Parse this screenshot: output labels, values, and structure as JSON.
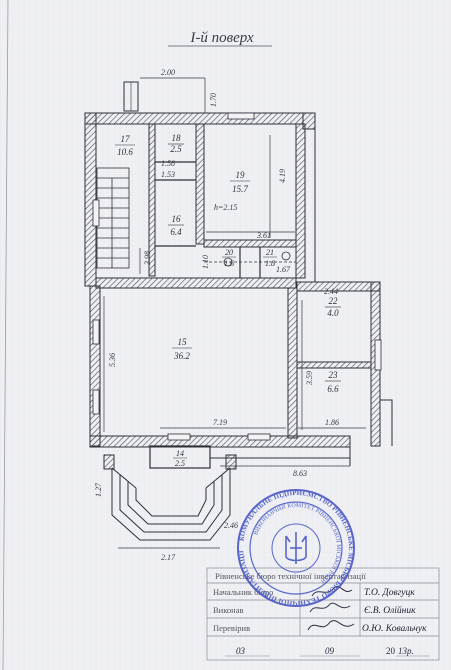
{
  "title": "I-й поверх",
  "rooms": [
    {
      "num": "17",
      "area": "10.6"
    },
    {
      "num": "18",
      "area": "2.5"
    },
    {
      "num": "19",
      "area": "15.7"
    },
    {
      "num": "16",
      "area": "6.4"
    },
    {
      "num": "20",
      "area": "1.6"
    },
    {
      "num": "21",
      "area": "1.8"
    },
    {
      "num": "15",
      "area": "36.2"
    },
    {
      "num": "22",
      "area": "4.0"
    },
    {
      "num": "23",
      "area": "6.6"
    },
    {
      "num": "14",
      "area": "2.5"
    }
  ],
  "dims": {
    "d_2_00": "2.00",
    "d_1_70": "1.70",
    "d_4_19": "4.19",
    "d_h_2_15": "h=2.15",
    "d_1_58": "1.58",
    "d_1_53": "1.53",
    "d_3_61": "3.61",
    "d_3_98": "3.98",
    "d_1_10": "1.10",
    "d_1_67": "1.67",
    "d_2_44": "2.44",
    "d_5_36": "5.36",
    "d_3_59": "3.59",
    "d_7_19": "7.19",
    "d_1_86": "1.86",
    "d_8_63": "8.63",
    "d_1_27": "1.27",
    "d_2_17": "2.17",
    "d_2_46": "2.46"
  },
  "stamp": {
    "outer_text": "КОМУНАЛЬНЕ ПІДПРИЄМСТВО РІВНЕНСЬКЕ МІСЬКЕ БЮРО ТЕХНІЧНОЇ ІНВЕНТАРИЗАЦІЇ",
    "inner_text": "ВИКОНАВЧИЙ КОМІТЕТ РІВНЕНСЬКОЇ МІСЬКОЇ РАДИ",
    "colors": {
      "ink": "#3f4fc2"
    }
  },
  "footer": {
    "header_line": "Рівненське бюро технічної інвентаризації",
    "rows": [
      {
        "role": "Начальник бюро",
        "name": "Т.О. Довгуцк"
      },
      {
        "role": "Виконав",
        "name": "Є.В. Олійник"
      },
      {
        "role": "Перевірив",
        "name": "О.Ю. Ковальчук"
      }
    ],
    "date_day": "03",
    "date_month": "09",
    "date_year_prefix": "20",
    "date_year_suffix": "13р."
  }
}
